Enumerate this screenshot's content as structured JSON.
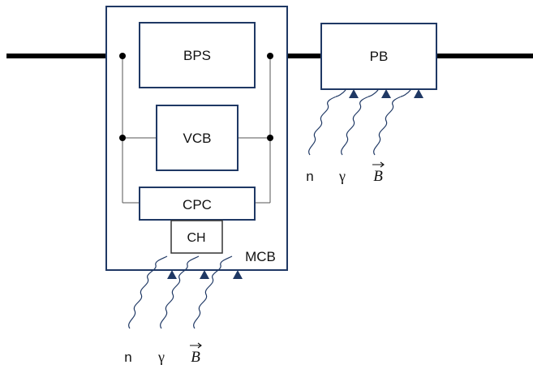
{
  "blocks": {
    "bps": "BPS",
    "vcb": "VCB",
    "cpc": "CPC",
    "ch": "CH",
    "mcb": "MCB",
    "pb": "PB"
  },
  "radiation_labels": {
    "neutron": "n",
    "gamma": "γ",
    "magnetic_field": "B"
  },
  "colors": {
    "box_stroke": "#1f3864",
    "bus_line": "#000000",
    "wiring": "#555555"
  }
}
